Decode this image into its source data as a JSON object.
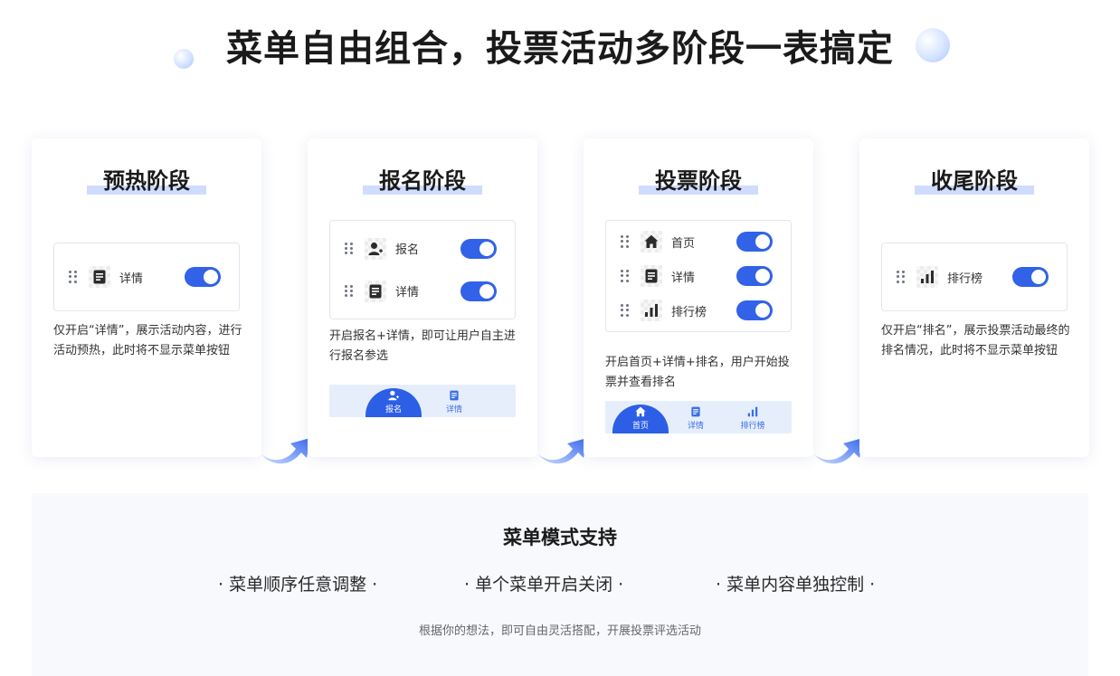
{
  "headline": "菜单自由组合，投票活动多阶段一表搞定",
  "colors": {
    "accent": "#3162e8",
    "title_underline": "#cfdcff",
    "tabbar_bg": "#e6eefc",
    "support_bg": "#f7f9fd"
  },
  "stages": [
    {
      "title": "预热阶段",
      "menu_items": [
        {
          "label": "详情",
          "icon": "document-icon",
          "enabled": true
        }
      ],
      "description": "仅开启“详情”，展示活动内容，进行活动预热，此时将不显示菜单按钮"
    },
    {
      "title": "报名阶段",
      "menu_items": [
        {
          "label": "报名",
          "icon": "user-add-icon",
          "enabled": true
        },
        {
          "label": "详情",
          "icon": "document-icon",
          "enabled": true
        }
      ],
      "description": "开启报名+详情，即可让用户自主进行报名参选",
      "tabbar": [
        {
          "label": "报名",
          "icon": "user-add-icon",
          "active": true
        },
        {
          "label": "详情",
          "icon": "document-icon",
          "active": false
        }
      ]
    },
    {
      "title": "投票阶段",
      "menu_items": [
        {
          "label": "首页",
          "icon": "home-icon",
          "enabled": true
        },
        {
          "label": "详情",
          "icon": "document-icon",
          "enabled": true
        },
        {
          "label": "排行榜",
          "icon": "bar-chart-icon",
          "enabled": true
        }
      ],
      "description": "开启首页+详情+排名，用户开始投票并查看排名",
      "tabbar": [
        {
          "label": "首页",
          "icon": "home-icon",
          "active": true
        },
        {
          "label": "详情",
          "icon": "document-icon",
          "active": false
        },
        {
          "label": "排行榜",
          "icon": "bar-chart-icon",
          "active": false
        }
      ]
    },
    {
      "title": "收尾阶段",
      "menu_items": [
        {
          "label": "排行榜",
          "icon": "bar-chart-icon",
          "enabled": true
        }
      ],
      "description": "仅开启“排名”，展示投票活动最终的排名情况，此时将不显示菜单按钮"
    }
  ],
  "support": {
    "title": "菜单模式支持",
    "features": [
      "· 菜单顺序任意调整 ·",
      "· 单个菜单开启关闭 ·",
      "· 菜单内容单独控制 ·"
    ],
    "subtitle": "根据你的想法，即可自由灵活搭配，开展投票评选活动"
  }
}
